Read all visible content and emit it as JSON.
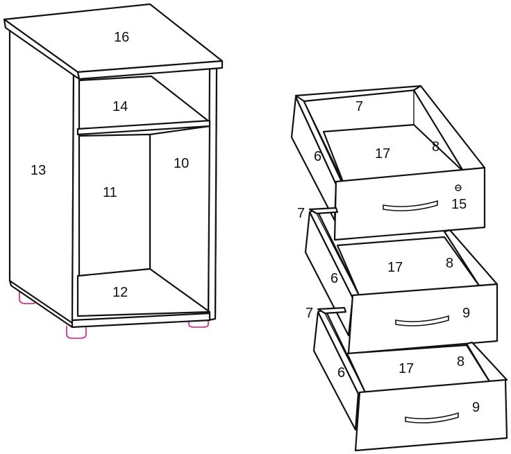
{
  "colors": {
    "line": "#111111",
    "background": "#ffffff",
    "feet": "#d4148c"
  },
  "cabinet": {
    "labels": {
      "top_panel": "16",
      "upper_compartment": "14",
      "side_panel": "13",
      "back_panel": "10",
      "inner_side": "11",
      "bottom_panel": "12"
    }
  },
  "drawers": [
    {
      "labels": {
        "back": "7",
        "side_left": "6",
        "bottom": "17",
        "side_right": "8",
        "front": "15"
      },
      "has_lock": true
    },
    {
      "labels": {
        "back": "7",
        "side_left": "6",
        "bottom": "17",
        "side_right": "8",
        "front": "9"
      },
      "has_lock": false
    },
    {
      "labels": {
        "back": "7",
        "side_left": "6",
        "bottom": "17",
        "side_right": "8",
        "front": "9"
      },
      "has_lock": false
    }
  ]
}
